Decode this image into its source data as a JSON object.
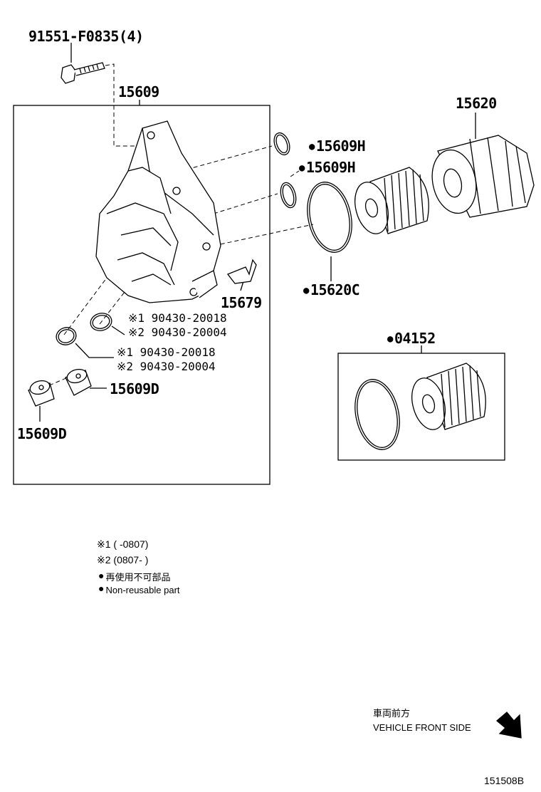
{
  "callouts": {
    "bolt": "91551-F0835(4)",
    "housing": "15609",
    "cap": "15620",
    "oring_upper": "15609H",
    "oring_lower": "15609H",
    "gasket": "15620C",
    "bracket": "15679",
    "washer_a_1": "※1 90430-20018",
    "washer_a_2": "※2 90430-20004",
    "washer_b_1": "※1 90430-20018",
    "washer_b_2": "※2 90430-20004",
    "plug_right": "15609D",
    "plug_left": "15609D",
    "element_kit": "04152"
  },
  "legend": {
    "note1": "※1 (    -0807)",
    "note2": "※2 (0807-    )",
    "nonreuse_ja": "再使用不可部品",
    "nonreuse_en": "Non-reusable part"
  },
  "direction": {
    "label_ja": "車両前方",
    "label_en": "VEHICLE FRONT SIDE"
  },
  "figure_id": "151508B"
}
